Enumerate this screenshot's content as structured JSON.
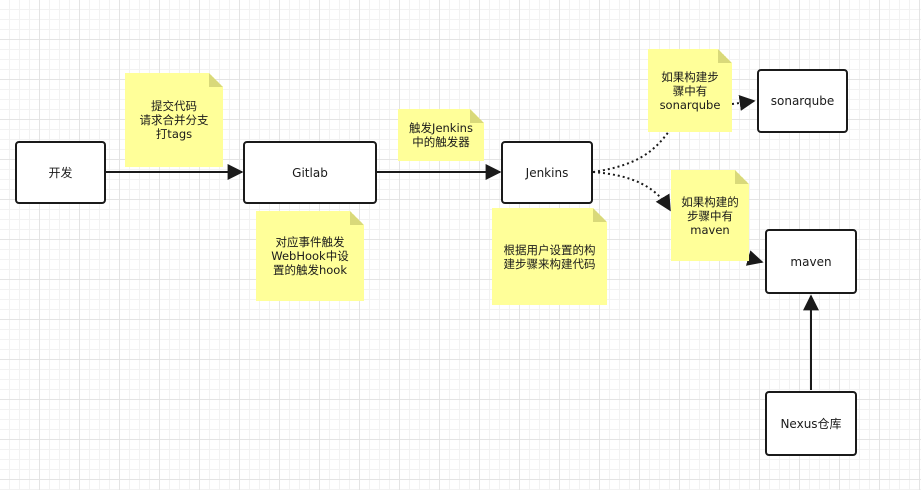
{
  "nodes": {
    "dev": "开发",
    "gitlab": "Gitlab",
    "jenkins": "Jenkins",
    "sonarqube": "sonarqube",
    "maven": "maven",
    "nexus": "Nexus仓库"
  },
  "notes": {
    "commit": "提交代码\n请求合并分支\n打tags",
    "webhook": "对应事件触发\nWebHook中设\n置的触发hook",
    "trigger": "触发Jenkins\n中的触发器",
    "build": "根据用户设置的构\n建步骤来构建代码",
    "if_sonar": "如果构建步\n骤中有\nsonarqube",
    "if_maven": "如果构建的\n步骤中有\nmaven"
  },
  "colors": {
    "note_fill": "#ffff99",
    "stroke": "#1a1a1a",
    "grid": "#e4e4e4"
  }
}
